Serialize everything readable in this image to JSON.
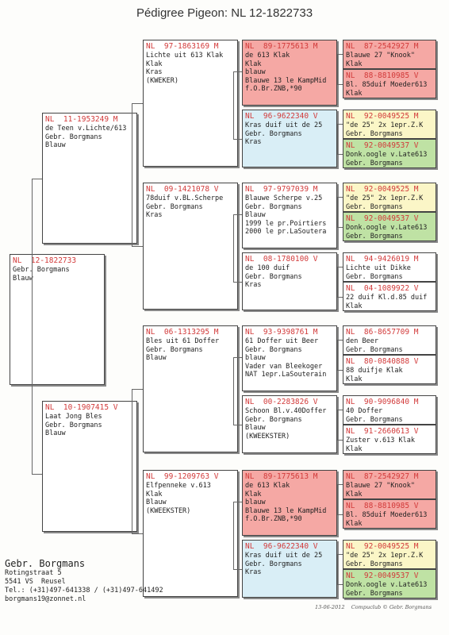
{
  "title": "Pédigree Pigeon: NL  12-1822733",
  "gen0": {
    "ring": "NL  12-1822733",
    "lines": [
      "",
      "Gebr. Borgmans",
      "Blauw"
    ]
  },
  "gen1": [
    {
      "ring": "NL  11-1953249 M",
      "lines": [
        "de Teen v.Lichte/613",
        "Gebr. Borgmans",
        "Blauw"
      ]
    },
    {
      "ring": "NL  10-1907415 V",
      "lines": [
        "Laat Jong Bles",
        "Gebr. Borgmans",
        "Blauw"
      ]
    }
  ],
  "gen2": [
    {
      "ring": "NL  97-1863169 M",
      "lines": [
        "Lichte uit 613 Klak",
        "Klak",
        "Kras",
        "(KWEKER)"
      ]
    },
    {
      "ring": "NL  09-1421078 V",
      "lines": [
        "78duif v.BL.Scherpe",
        "Gebr. Borgmans",
        "Kras"
      ]
    },
    {
      "ring": "NL  06-1313295 M",
      "lines": [
        "Bles uit 61 Doffer",
        "Gebr. Borgmans",
        "Blauw"
      ]
    },
    {
      "ring": "NL  99-1209763 V",
      "lines": [
        "Elfpenneke v.613",
        "Klak",
        "Blauw",
        "(KWEEKSTER)"
      ]
    }
  ],
  "gen3": [
    {
      "ring": "NL  89-1775613 M",
      "lines": [
        "de 613 Klak",
        "Klak",
        "blauw",
        "Blauwe 13 le KampMid",
        "f.O.Br.ZNB,*90"
      ]
    },
    {
      "ring": "NL  96-9622340 V",
      "lines": [
        "Kras duif uit de 25",
        "Gebr. Borgmans",
        "Kras"
      ]
    },
    {
      "ring": "NL  97-9797039 M",
      "lines": [
        "Blauwe Scherpe v.25",
        "Gebr. Borgmans",
        "Blauw",
        "1999 le pr.Poirtiers",
        "2000 le pr.LaSoutera"
      ]
    },
    {
      "ring": "NL  08-1780100 V",
      "lines": [
        "de 100 duif",
        "Gebr. Borgmans",
        "Kras"
      ]
    },
    {
      "ring": "NL  93-9398761 M",
      "lines": [
        "61 Doffer uit Beer",
        "Gebr. Borgmans",
        "blauw",
        "Vader van Bleekoger",
        "NAT 1epr.LaSouterain"
      ]
    },
    {
      "ring": "NL  00-2283826 V",
      "lines": [
        "Schoon Bl.v.40Doffer",
        "Gebr. Borgmans",
        "Blauw",
        "(KWEEKSTER)"
      ]
    },
    {
      "ring": "NL  89-1775613 M",
      "lines": [
        "de 613 Klak",
        "Klak",
        "blauw",
        "Blauwe 13 le KampMid",
        "f.O.Br.ZNB,*90"
      ]
    },
    {
      "ring": "NL  96-9622340 V",
      "lines": [
        "Kras duif uit de 25",
        "Gebr. Borgmans",
        "Kras"
      ]
    }
  ],
  "gen4": [
    {
      "ring": "NL  87-2542927 M",
      "lines": [
        "Blauwe 27 \"Knook\"",
        "Klak"
      ]
    },
    {
      "ring": "NL  88-8810985 V",
      "lines": [
        "Bl. 85duif Moeder613",
        "Klak"
      ]
    },
    {
      "ring": "NL  92-0049525 M",
      "lines": [
        "\"de 25\" 2x 1epr.Z.K",
        "Gebr. Borgmans"
      ]
    },
    {
      "ring": "NL  92-0049537 V",
      "lines": [
        "Donk.oogle v.Late613",
        "Gebr. Borgmans"
      ]
    },
    {
      "ring": "NL  92-0049525 M",
      "lines": [
        "\"de 25\" 2x 1epr.Z.K",
        "Gebr. Borgmans"
      ]
    },
    {
      "ring": "NL  92-0049537 V",
      "lines": [
        "Donk.oogle v.Late613",
        "Gebr. Borgmans"
      ]
    },
    {
      "ring": "NL  94-9426019 M",
      "lines": [
        "Lichte uit Dikke",
        "Gebr. Borgmans"
      ]
    },
    {
      "ring": "NL  04-1089922 V",
      "lines": [
        "22 duif Kl.d.85 duif",
        "Klak"
      ]
    },
    {
      "ring": "NL  86-8657709 M",
      "lines": [
        "den Beer",
        "Gebr. Borgmans"
      ]
    },
    {
      "ring": "NL  80-0840888 V",
      "lines": [
        "88 duifje Klak",
        "Klak"
      ]
    },
    {
      "ring": "NL  90-9096840 M",
      "lines": [
        "40 Doffer",
        "Gebr. Borgmans"
      ]
    },
    {
      "ring": "NL  91-2660613 V",
      "lines": [
        "Zuster v.613 Klak",
        "Klak"
      ]
    },
    {
      "ring": "NL  87-2542927 M",
      "lines": [
        "Blauwe 27 \"Knook\"",
        "Klak"
      ]
    },
    {
      "ring": "NL  88-8810985 V",
      "lines": [
        "Bl. 85duif Moeder613",
        "Klak"
      ]
    },
    {
      "ring": "NL  92-0049525 M",
      "lines": [
        "\"de 25\" 2x 1epr.Z.K",
        "Gebr. Borgmans"
      ]
    },
    {
      "ring": "NL  92-0049537 V",
      "lines": [
        "Donk.oogle v.Late613",
        "Gebr. Borgmans"
      ]
    }
  ],
  "footer": {
    "name": "Gebr. Borgmans",
    "lines": [
      "Rotingstraat 5",
      "5541 VS  Reusel",
      "Tel.: (+31)497-641338 / (+31)497-641492",
      "borgmans19@zonnet.nl"
    ]
  },
  "stamp": "13-06-2012    Compuclub © Gebr. Borgmans",
  "colors": {
    "pink": "#f5a8a4",
    "blue": "#d9eef6",
    "yellow": "#fbf6c7",
    "green": "#bfe2a4",
    "ring": "#d23a3a"
  }
}
